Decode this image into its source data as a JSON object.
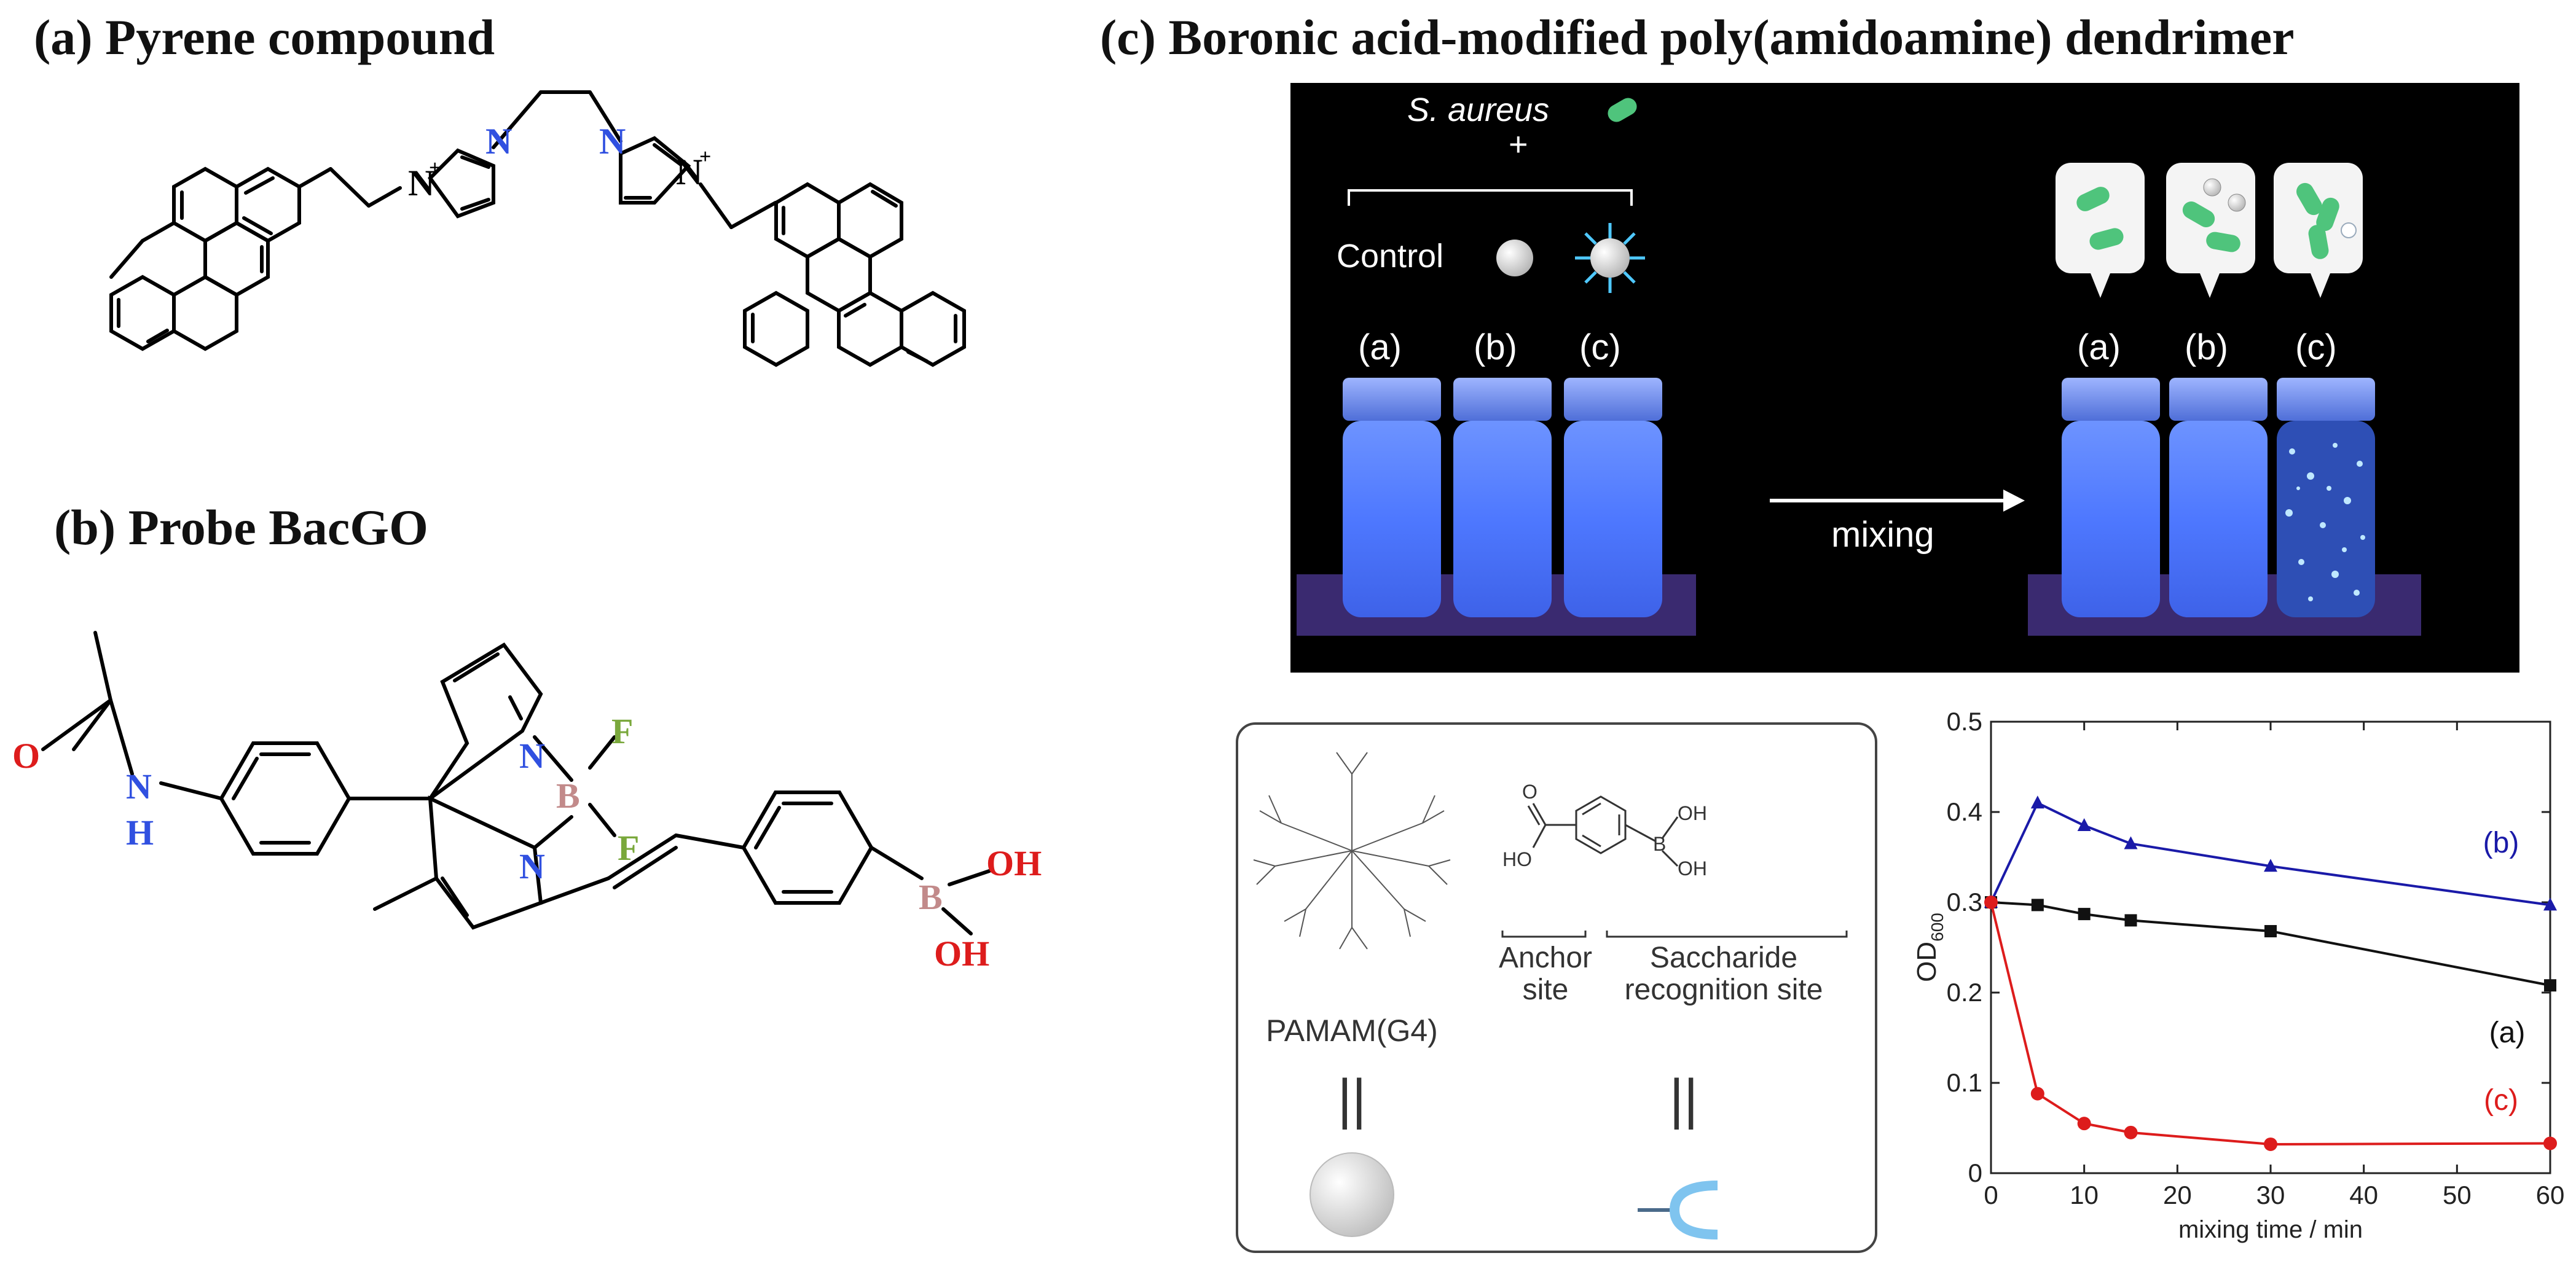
{
  "panels": {
    "a": {
      "title": "(a) Pyrene compound"
    },
    "b": {
      "title": "(b) Probe BacGO"
    },
    "c": {
      "title": "(c) Boronic acid-modified poly(amidoamine) dendrimer"
    }
  },
  "pyrene": {
    "n_plus": "N",
    "plus": "+",
    "n": "N"
  },
  "bacgo": {
    "o": "O",
    "n": "N",
    "h": "H",
    "f": "F",
    "b": "B",
    "oh": "OH"
  },
  "photo": {
    "bacteria_label": "S. aureus",
    "plus_sign": "+",
    "control_label": "Control",
    "vial_labels": [
      "(a)",
      "(b)",
      "(c)"
    ],
    "arrow_label": "mixing"
  },
  "schematic": {
    "pamam_label": "PAMAM(G4)",
    "equals": "||",
    "anchor_label": [
      "Anchor",
      "site"
    ],
    "saccharide_label": [
      "Saccharide",
      "recognition site"
    ],
    "ho": "HO",
    "o": "O",
    "b": "B",
    "oh": "OH"
  },
  "chart_data": {
    "type": "line",
    "xlabel": "mixing time / min",
    "ylabel": "OD600",
    "xlim": [
      0,
      60
    ],
    "ylim": [
      0,
      0.5
    ],
    "xticks": [
      0,
      10,
      20,
      30,
      40,
      50,
      60
    ],
    "yticks": [
      0,
      0.1,
      0.2,
      0.3,
      0.4,
      0.5
    ],
    "grid": false,
    "series": [
      {
        "name": "(a)",
        "color": "#111111",
        "marker": "square",
        "x": [
          0,
          5,
          10,
          15,
          30,
          60
        ],
        "y": [
          0.3,
          0.297,
          0.287,
          0.28,
          0.268,
          0.208
        ]
      },
      {
        "name": "(b)",
        "color": "#1a1aa8",
        "marker": "triangle",
        "x": [
          0,
          5,
          10,
          15,
          30,
          60
        ],
        "y": [
          0.3,
          0.41,
          0.385,
          0.365,
          0.34,
          0.297
        ]
      },
      {
        "name": "(c)",
        "color": "#dd1c1c",
        "marker": "circle",
        "x": [
          0,
          5,
          10,
          15,
          30,
          60
        ],
        "y": [
          0.3,
          0.088,
          0.055,
          0.045,
          0.032,
          0.033
        ]
      }
    ]
  },
  "colors": {
    "nitrogen": "#3050e0",
    "oxygen": "#dd1c1c",
    "fluorine": "#7aa83c",
    "boron": "#c28a8a",
    "glow": "#4a7cff"
  }
}
